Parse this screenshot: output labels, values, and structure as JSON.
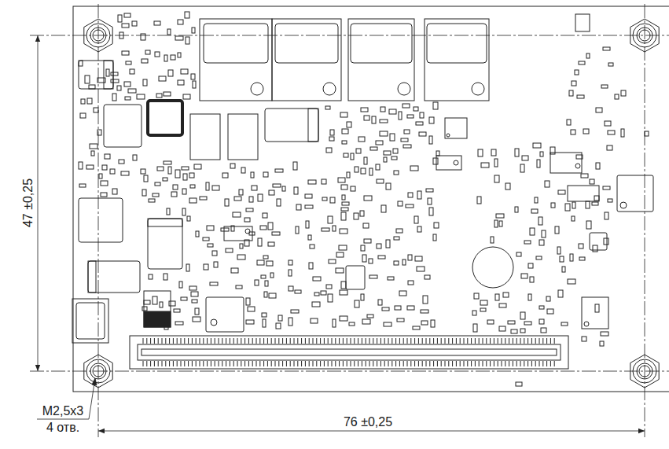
{
  "diagram": {
    "labels": [
      "47 ±0,25",
      "76 ±0,25",
      "M2,5x3",
      "4 отв."
    ]
  }
}
